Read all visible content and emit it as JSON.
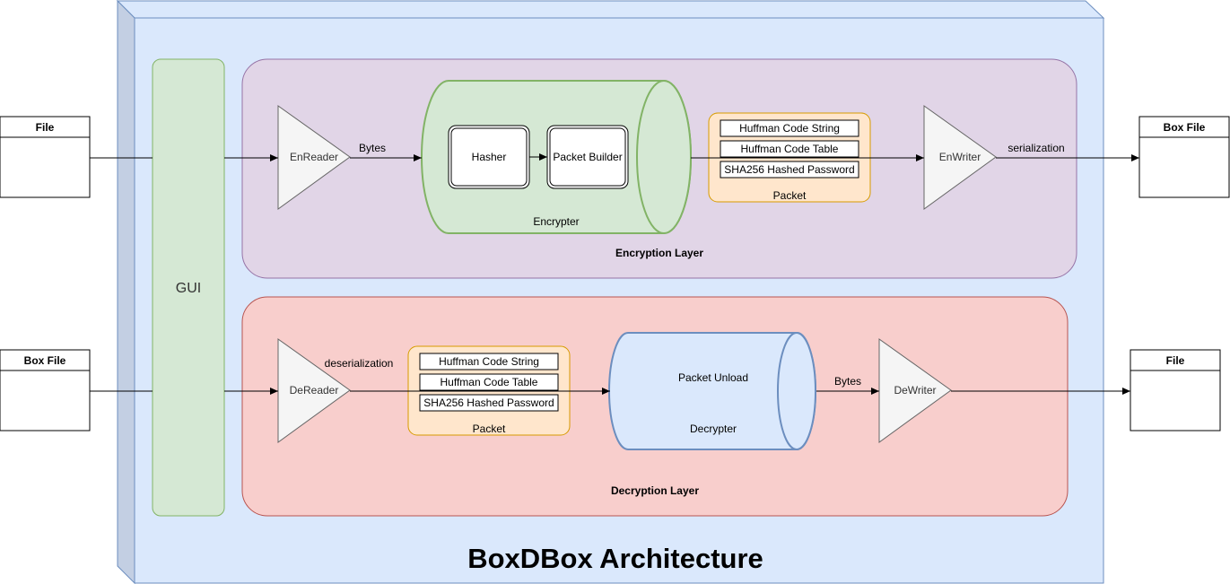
{
  "title": "BoxDBox Architecture",
  "gui": {
    "label": "GUI"
  },
  "external": {
    "left_top": "File",
    "right_top": "Box File",
    "left_bottom": "Box File",
    "right_bottom": "File"
  },
  "encryption": {
    "layer_label": "Encryption Layer",
    "reader": "EnReader",
    "bytes_label": "Bytes",
    "encrypter_label": "Encrypter",
    "hasher": "Hasher",
    "packet_builder": "Packet Builder",
    "packet": {
      "label": "Packet",
      "fields": [
        "Huffman Code String",
        "Huffman Code Table",
        "SHA256 Hashed Password"
      ]
    },
    "writer": "EnWriter",
    "serialization_label": "serialization"
  },
  "decryption": {
    "layer_label": "Decryption Layer",
    "reader": "DeReader",
    "deserialization_label": "deserialization",
    "packet": {
      "label": "Packet",
      "fields": [
        "Huffman Code String",
        "Huffman Code Table",
        "SHA256 Hashed Password"
      ]
    },
    "unload_label": "Packet Unload",
    "decrypter_label": "Decrypter",
    "bytes_label": "Bytes",
    "writer": "DeWriter"
  },
  "colors": {
    "container_fill": "#dae8fc",
    "container_stroke": "#6c8ebf",
    "gui_fill": "#d5e8d4",
    "gui_stroke": "#82b366",
    "encryption_fill": "#e1d5e7",
    "encryption_stroke": "#9673a6",
    "decryption_fill": "#f8cecc",
    "decryption_stroke": "#b85450",
    "packet_fill": "#ffe6cc",
    "packet_stroke": "#d79b00",
    "triangle_fill": "#f5f5f5",
    "triangle_stroke": "#666666"
  }
}
